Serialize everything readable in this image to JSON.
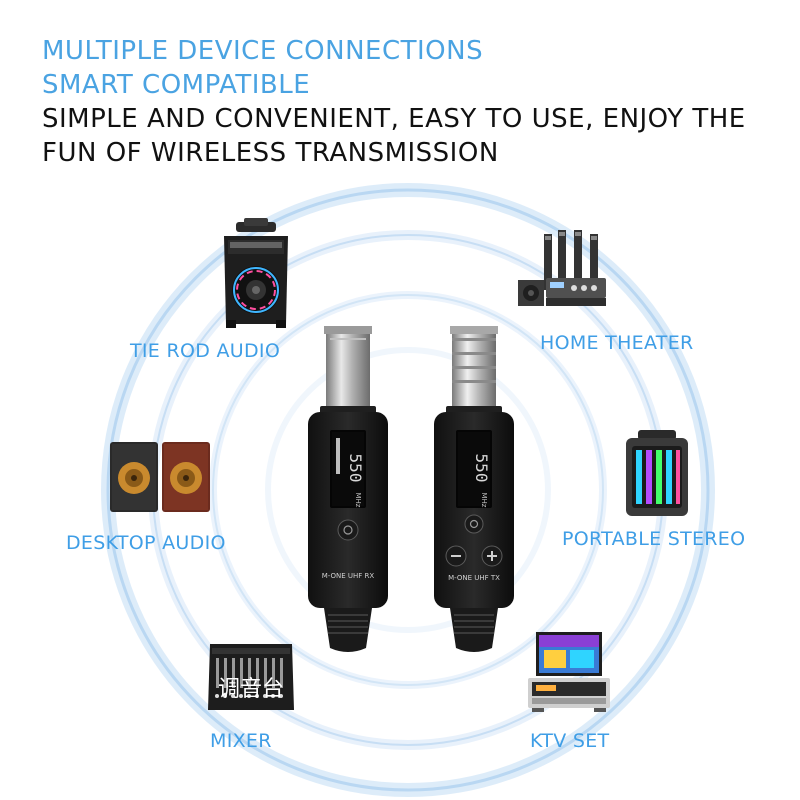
{
  "headline": {
    "line1": "MULTIPLE DEVICE CONNECTIONS",
    "line2": "SMART COMPATIBLE",
    "line3": "SIMPLE AND CONVENIENT, EASY TO USE, ENJOY THE",
    "line4": "FUN OF WIRELESS TRANSMISSION"
  },
  "devices": {
    "tie_rod_audio": "TIE ROD AUDIO",
    "home_theater": "HOME THEATER",
    "desktop_audio": "DESKTOP AUDIO",
    "portable_stereo": "PORTABLE STEREO",
    "mixer": "MIXER",
    "ktv_set": "KTV SET"
  },
  "receiver": {
    "model": "M-ONE UHF RX",
    "screen_channel": "550",
    "screen_unit": "MHz"
  },
  "transmitter": {
    "model": "M-ONE UHF TX",
    "screen_channel": "550",
    "screen_unit": "MHz"
  },
  "mixer_text": "调音台",
  "colors": {
    "accent_blue": "#4aa3e2",
    "label_blue": "#3f9ee6",
    "ring_blue": "#cfe3f7"
  }
}
